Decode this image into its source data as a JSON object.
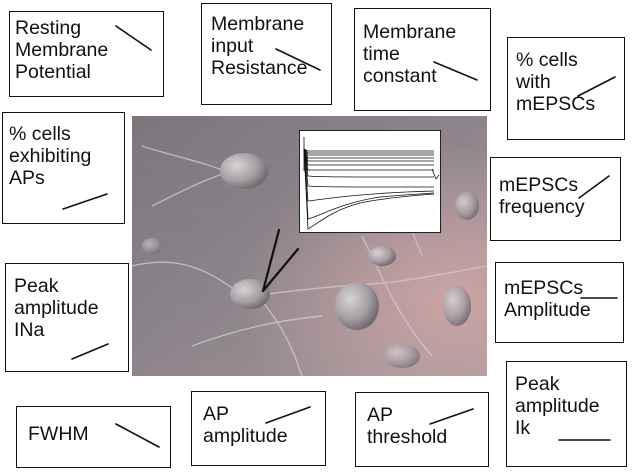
{
  "labels": {
    "resting_membrane_potential": "Resting\nMembrane\nPotential",
    "membrane_input_resistance": "Membrane\ninput\nResistance",
    "membrane_time_constant": "Membrane\ntime\nconstant",
    "pct_cells_with_mepscs": "% cells\nwith\nmEPSCs",
    "pct_cells_exhibiting_aps": "% cells\nexhibiting\nAPs",
    "mepscs_frequency": "mEPSCs\nfrequency",
    "peak_amplitude_ina": "Peak\namplitude\nINa",
    "mepscs_amplitude": "mEPSCs\nAmplitude",
    "fwhm": "FWHM",
    "ap_amplitude": "AP\namplitude",
    "ap_threshold": "AP\nthreshold",
    "peak_amplitude_ik": "Peak\namplitude\nIk"
  },
  "image": {
    "micrograph": "neuron-dic-micrograph",
    "inset": "current-trace-inset"
  },
  "colors": {
    "border": "#111111",
    "micrograph_base": "#8a8088",
    "trace": "#111111"
  }
}
